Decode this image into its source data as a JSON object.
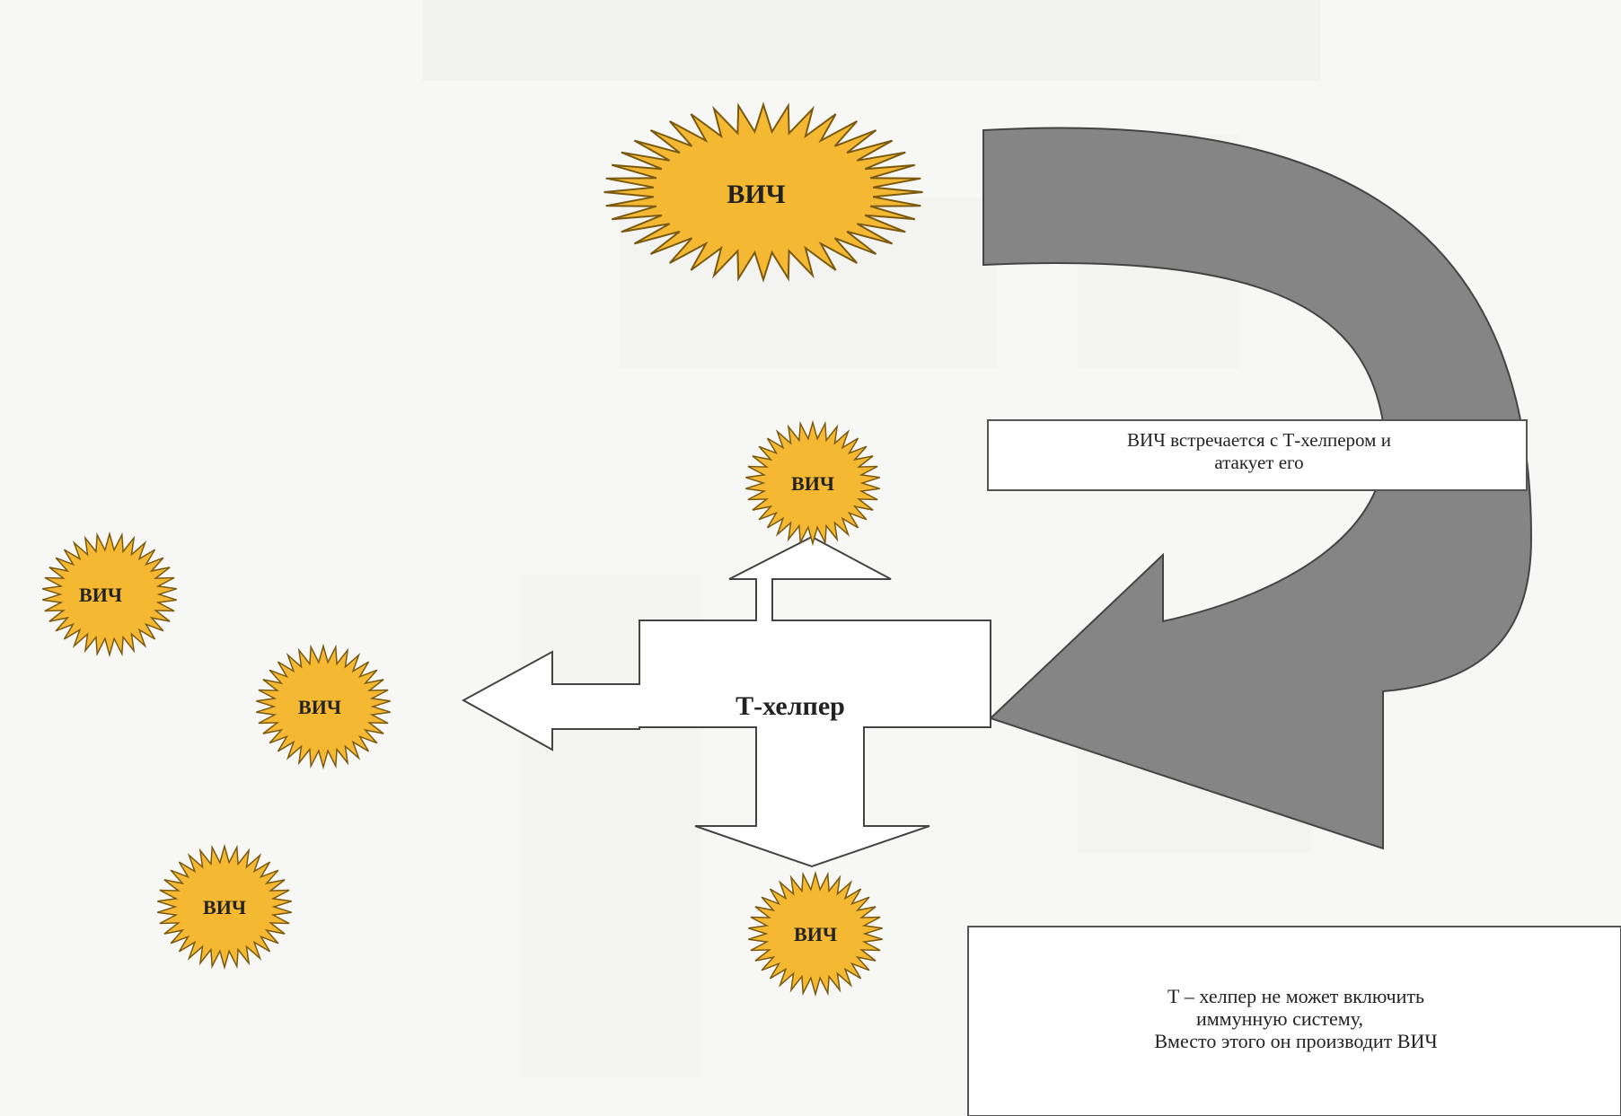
{
  "virus_label": "ВИЧ",
  "cell_label": "Т-хелпер",
  "note_attack": {
    "line1": "ВИЧ встречается с Т-хелпером и",
    "line2": "атакует его"
  },
  "note_result": {
    "line1": "Т  –  хелпер не может включить",
    "line2": "иммунную систему,",
    "line3": "Вместо этого он производит  ВИЧ"
  },
  "colors": {
    "virus_fill": "#f5b833",
    "virus_stroke": "#7a5a10",
    "curved_arrow": "#858585",
    "outline": "#444444",
    "background": "#f7f7f5"
  }
}
